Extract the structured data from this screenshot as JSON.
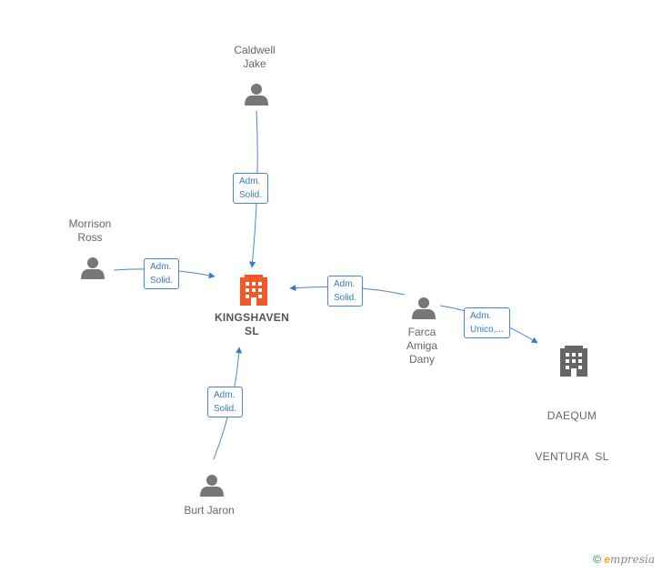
{
  "persons": [
    {
      "id": "caldwell",
      "lines": [
        "Caldwell",
        "Jake"
      ]
    },
    {
      "id": "morrison",
      "lines": [
        "Morrison",
        "Ross"
      ]
    },
    {
      "id": "farca",
      "lines": [
        "Farca",
        "Amiga",
        "Dany"
      ]
    },
    {
      "id": "burt",
      "lines": [
        "Burt Jaron"
      ]
    }
  ],
  "companies": [
    {
      "id": "kingshaven",
      "lines": [
        "KINGSHAVEN",
        "SL"
      ],
      "color": "#f05a28"
    },
    {
      "id": "daequm",
      "lines": [
        "DAEQUM",
        "VENTURA  SL"
      ],
      "color": "#666666"
    }
  ],
  "edges": [
    {
      "id": "caldwell-kingshaven",
      "lines": [
        "Adm.",
        "Solid."
      ]
    },
    {
      "id": "morrison-kingshaven",
      "lines": [
        "Adm.",
        "Solid."
      ]
    },
    {
      "id": "farca-kingshaven",
      "lines": [
        "Adm.",
        "Solid."
      ]
    },
    {
      "id": "burt-kingshaven",
      "lines": [
        "Adm.",
        "Solid."
      ]
    },
    {
      "id": "farca-daequm",
      "lines": [
        "Adm.",
        "Unico,..."
      ]
    }
  ],
  "watermark": {
    "symbol": "©",
    "brand_initial": "e",
    "brand_rest": "mpresia"
  },
  "colors": {
    "edge": "#4a86d0",
    "person": "#777777",
    "main_company": "#f05a28",
    "company": "#666666"
  }
}
